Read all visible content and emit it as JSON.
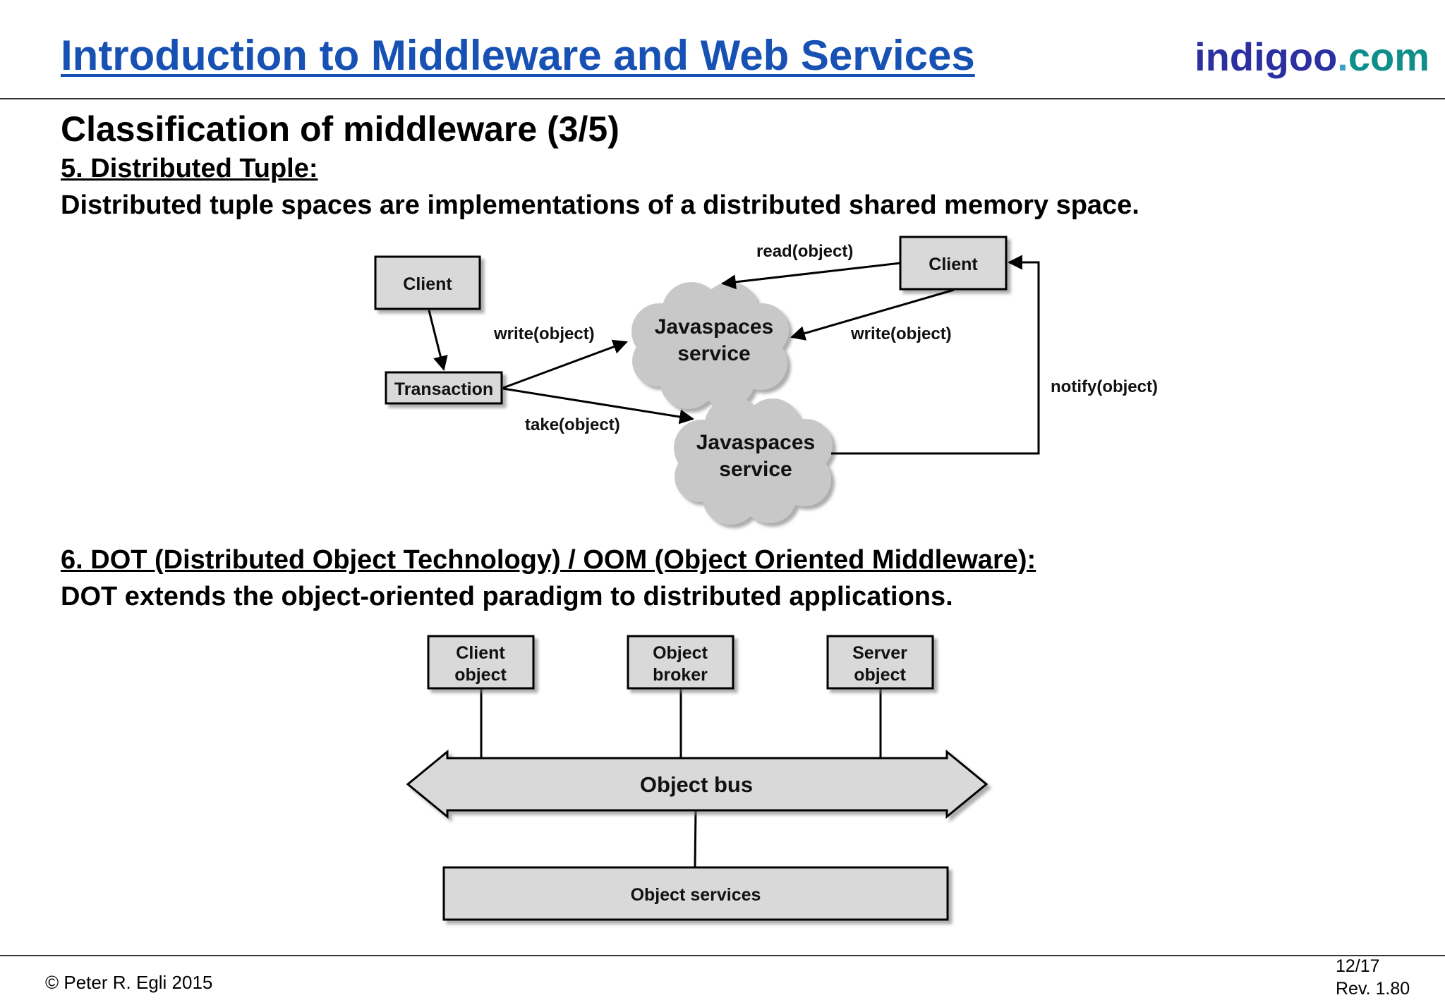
{
  "header": {
    "title": "Introduction to Middleware and Web Services",
    "brand_part1": "indigoo",
    "brand_part2": ".",
    "brand_part3": "com"
  },
  "section": {
    "title": "Classification of middleware (3/5)"
  },
  "tuple": {
    "heading": "5. Distributed Tuple:",
    "description": "Distributed tuple spaces are implementations of a distributed shared memory space.",
    "client_left": "Client",
    "client_right": "Client",
    "transaction": "Transaction",
    "service1_line1": "Javaspaces",
    "service1_line2": "service",
    "service2_line1": "Javaspaces",
    "service2_line2": "service",
    "label_read": "read(object)",
    "label_write_left": "write(object)",
    "label_write_right": "write(object)",
    "label_take": "take(object)",
    "label_notify": "notify(object)"
  },
  "dot": {
    "heading": "6. DOT (Distributed Object Technology) / OOM (Object Oriented Middleware):",
    "description": "DOT extends the object-oriented paradigm to distributed applications.",
    "client_object_line1": "Client",
    "client_object_line2": "object",
    "object_broker_line1": "Object",
    "object_broker_line2": "broker",
    "server_object_line1": "Server",
    "server_object_line2": "object",
    "bus": "Object bus",
    "services": "Object services"
  },
  "footer": {
    "copyright": "© Peter R. Egli 2015",
    "page": "12/17",
    "revision": "Rev. 1.80"
  },
  "colors": {
    "title_blue": "#1651b3",
    "box_fill": "#d9d9d9",
    "cloud_fill": "#c8c8c8"
  }
}
